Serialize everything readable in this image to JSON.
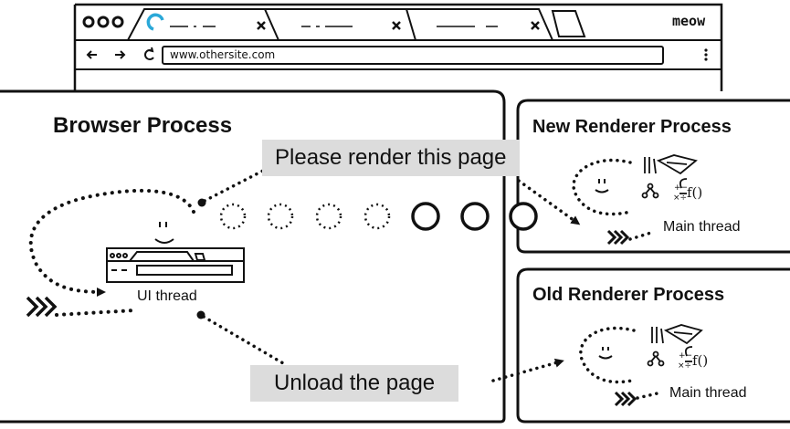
{
  "browser_window": {
    "url": "www.othersite.com",
    "corner_label": "meow",
    "tab_count": 3
  },
  "browser_process": {
    "title": "Browser Process",
    "thread_label": "UI thread"
  },
  "new_renderer": {
    "title": "New Renderer Process",
    "thread_label": "Main thread"
  },
  "old_renderer": {
    "title": "Old Renderer Process",
    "thread_label": "Main thread"
  },
  "messages": {
    "render": "Please render this page",
    "unload": "Unload the page"
  },
  "ipc_circles": {
    "dotted_count": 4,
    "solid_count": 3
  }
}
